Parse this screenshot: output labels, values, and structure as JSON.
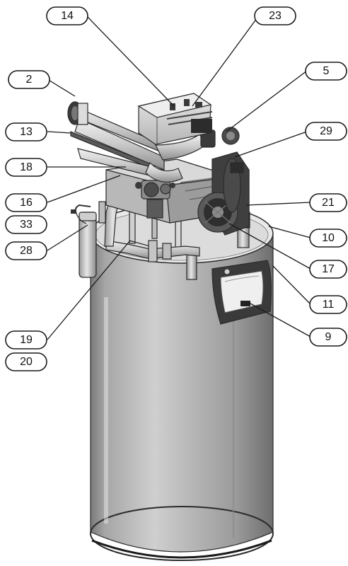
{
  "callouts": [
    {
      "id": "c14",
      "label": "14"
    },
    {
      "id": "c23",
      "label": "23"
    },
    {
      "id": "c2",
      "label": "2"
    },
    {
      "id": "c5",
      "label": "5"
    },
    {
      "id": "c13",
      "label": "13"
    },
    {
      "id": "c29",
      "label": "29"
    },
    {
      "id": "c18",
      "label": "18"
    },
    {
      "id": "c16",
      "label": "16"
    },
    {
      "id": "c33",
      "label": "33"
    },
    {
      "id": "c21",
      "label": "21"
    },
    {
      "id": "c10",
      "label": "10"
    },
    {
      "id": "c28",
      "label": "28"
    },
    {
      "id": "c17",
      "label": "17"
    },
    {
      "id": "c11",
      "label": "11"
    },
    {
      "id": "c9",
      "label": "9"
    },
    {
      "id": "c19",
      "label": "19"
    },
    {
      "id": "c20",
      "label": "20"
    }
  ]
}
